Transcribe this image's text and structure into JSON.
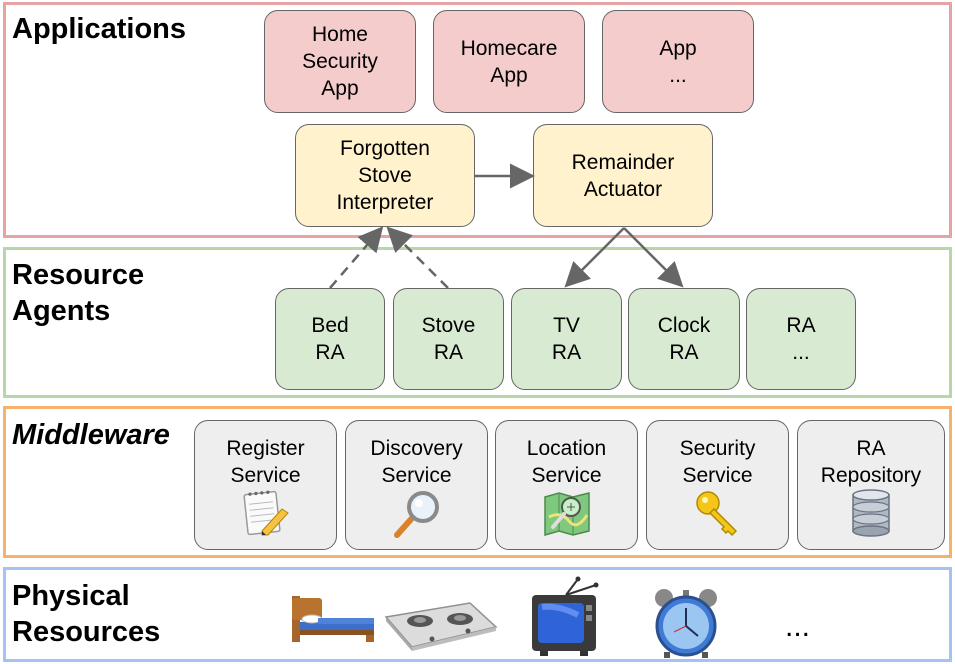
{
  "layers": {
    "applications": "Applications",
    "resource_agents": "Resource\nAgents",
    "middleware": "Middleware",
    "physical": "Physical\nResources"
  },
  "colors": {
    "applications_border": "#e6a3a3",
    "resource_agents_border": "#b6d7a8",
    "middleware_border": "#f6b26b",
    "physical_border": "#a4c2f4",
    "app_fill": "#f4cccc",
    "logic_fill": "#fff2cc",
    "ra_fill": "#d9ead3",
    "middleware_fill": "#eeeeee"
  },
  "apps": [
    {
      "label": "Home\nSecurity\nApp"
    },
    {
      "label": "Homecare\nApp"
    },
    {
      "label": "App\n..."
    }
  ],
  "logic": [
    {
      "label": "Forgotten\nStove\nInterpreter"
    },
    {
      "label": "Remainder\nActuator"
    }
  ],
  "agents": [
    {
      "label": "Bed\nRA"
    },
    {
      "label": "Stove\nRA"
    },
    {
      "label": "TV\nRA"
    },
    {
      "label": "Clock\nRA"
    },
    {
      "label": "RA\n..."
    }
  ],
  "middleware": [
    {
      "label": "Register\nService",
      "icon": "notepad-pencil-icon"
    },
    {
      "label": "Discovery\nService",
      "icon": "magnifier-icon"
    },
    {
      "label": "Location\nService",
      "icon": "map-icon"
    },
    {
      "label": "Security\nService",
      "icon": "key-icon"
    },
    {
      "label": "RA\nRepository",
      "icon": "database-icon"
    }
  ],
  "physical": {
    "icons": [
      "bed-icon",
      "stove-icon",
      "tv-icon",
      "alarm-clock-icon"
    ],
    "more": "..."
  }
}
